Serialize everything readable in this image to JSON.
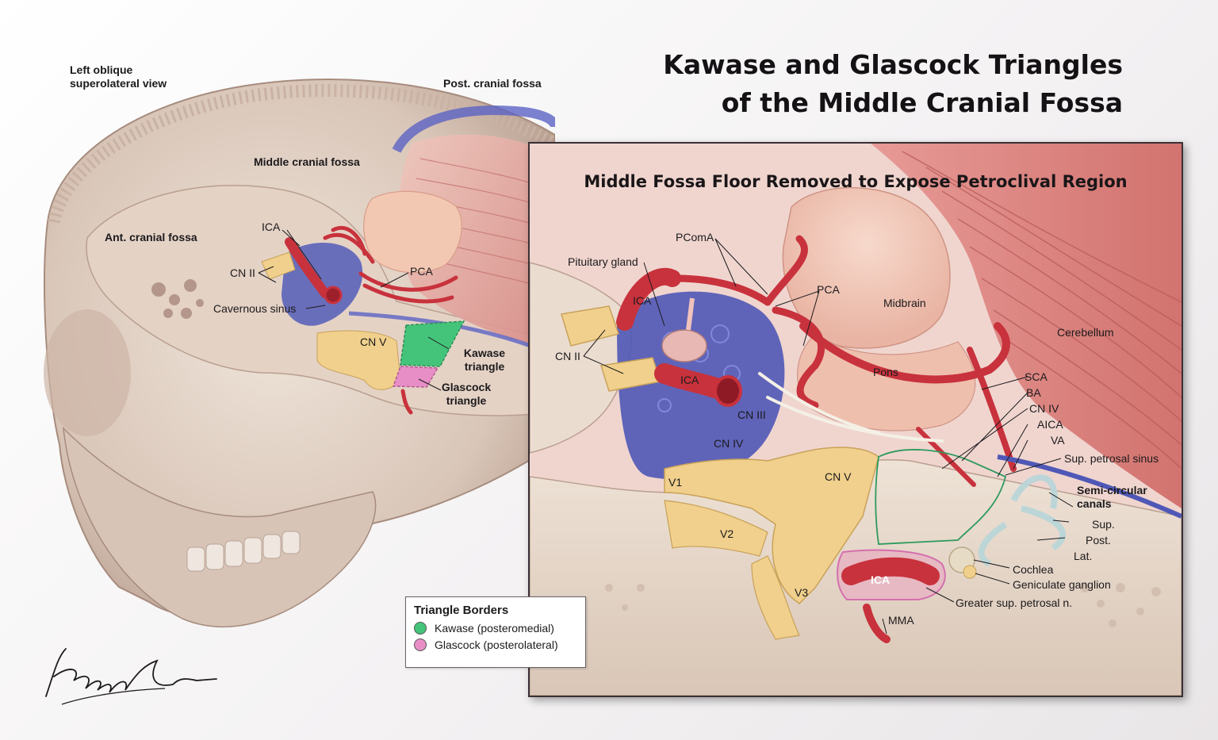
{
  "title": {
    "line1": "Kawase and Glascock Triangles",
    "line2": "of the Middle Cranial Fossa"
  },
  "overview": {
    "view_label_line1": "Left oblique",
    "view_label_line2": "superolateral view",
    "labels": {
      "post_fossa": "Post. cranial fossa",
      "middle_fossa": "Middle cranial fossa",
      "ant_fossa": "Ant. cranial fossa",
      "ica": "ICA",
      "cn2": "CN II",
      "pca": "PCA",
      "cavernous": "Cavernous sinus",
      "cn5": "CN V",
      "kawase_1": "Kawase",
      "kawase_2": "triangle",
      "glascock_1": "Glascock",
      "glascock_2": "triangle"
    }
  },
  "inset": {
    "title": "Middle Fossa Floor Removed to Expose Petroclival Region",
    "labels": {
      "pcoma": "PComA",
      "pituitary": "Pituitary gland",
      "ica_top": "ICA",
      "cn2": "CN II",
      "ica_mid": "ICA",
      "pca": "PCA",
      "midbrain": "Midbrain",
      "cerebellum": "Cerebellum",
      "pons": "Pons",
      "sca": "SCA",
      "ba": "BA",
      "cn4_right": "CN IV",
      "aica": "AICA",
      "va": "VA",
      "sup_petrosal": "Sup. petrosal sinus",
      "semicircular_1": "Semi-circular",
      "semicircular_2": "canals",
      "sup": "Sup.",
      "post": "Post.",
      "lat": "Lat.",
      "cochlea": "Cochlea",
      "geniculate": "Geniculate ganglion",
      "gspn": "Greater sup. petrosal n.",
      "mma": "MMA",
      "cn3": "CN III",
      "cn4": "CN IV",
      "cn5": "CN V",
      "v1": "V1",
      "v2": "V2",
      "v3": "V3",
      "ica_low": "ICA"
    }
  },
  "legend": {
    "title": "Triangle Borders",
    "items": [
      {
        "label": "Kawase (posteromedial)",
        "color": "#44c47a"
      },
      {
        "label": "Glascock (posterolateral)",
        "color": "#e88ec6"
      }
    ]
  },
  "signature_text": "Katelyn Siman",
  "colors": {
    "artery": "#c8323c",
    "vein": "#4a55b8",
    "bone": "#eaddd0",
    "nerve": "#f0d08c",
    "kawase": "#44c47a",
    "glascock": "#e88ec6"
  }
}
